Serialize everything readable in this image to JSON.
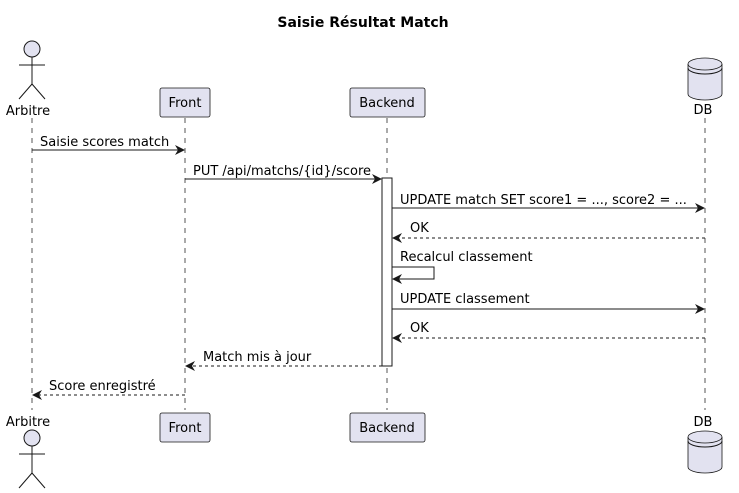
{
  "title": "Saisie Résultat Match",
  "participants": [
    {
      "id": "arbitre",
      "label": "Arbitre",
      "kind": "actor"
    },
    {
      "id": "front",
      "label": "Front",
      "kind": "participant"
    },
    {
      "id": "backend",
      "label": "Backend",
      "kind": "participant"
    },
    {
      "id": "db",
      "label": "DB",
      "kind": "database"
    }
  ],
  "messages": [
    {
      "from": "arbitre",
      "to": "front",
      "label": "Saisie scores match",
      "style": "solid"
    },
    {
      "from": "front",
      "to": "backend",
      "label": "PUT /api/matchs/{id}/score",
      "style": "solid"
    },
    {
      "from": "backend",
      "to": "db",
      "label": "UPDATE match SET score1 = ..., score2 = ...",
      "style": "solid"
    },
    {
      "from": "db",
      "to": "backend",
      "label": "OK",
      "style": "dashed"
    },
    {
      "from": "backend",
      "to": "backend",
      "label": "Recalcul classement",
      "style": "solid"
    },
    {
      "from": "backend",
      "to": "db",
      "label": "UPDATE classement",
      "style": "solid"
    },
    {
      "from": "db",
      "to": "backend",
      "label": "OK",
      "style": "dashed"
    },
    {
      "from": "backend",
      "to": "front",
      "label": "Match mis à jour",
      "style": "dashed"
    },
    {
      "from": "front",
      "to": "arbitre",
      "label": "Score enregistré",
      "style": "dashed"
    }
  ],
  "colors": {
    "participant_fill": "#E2E2F0",
    "border": "#181818",
    "lifeline": "#555555"
  }
}
